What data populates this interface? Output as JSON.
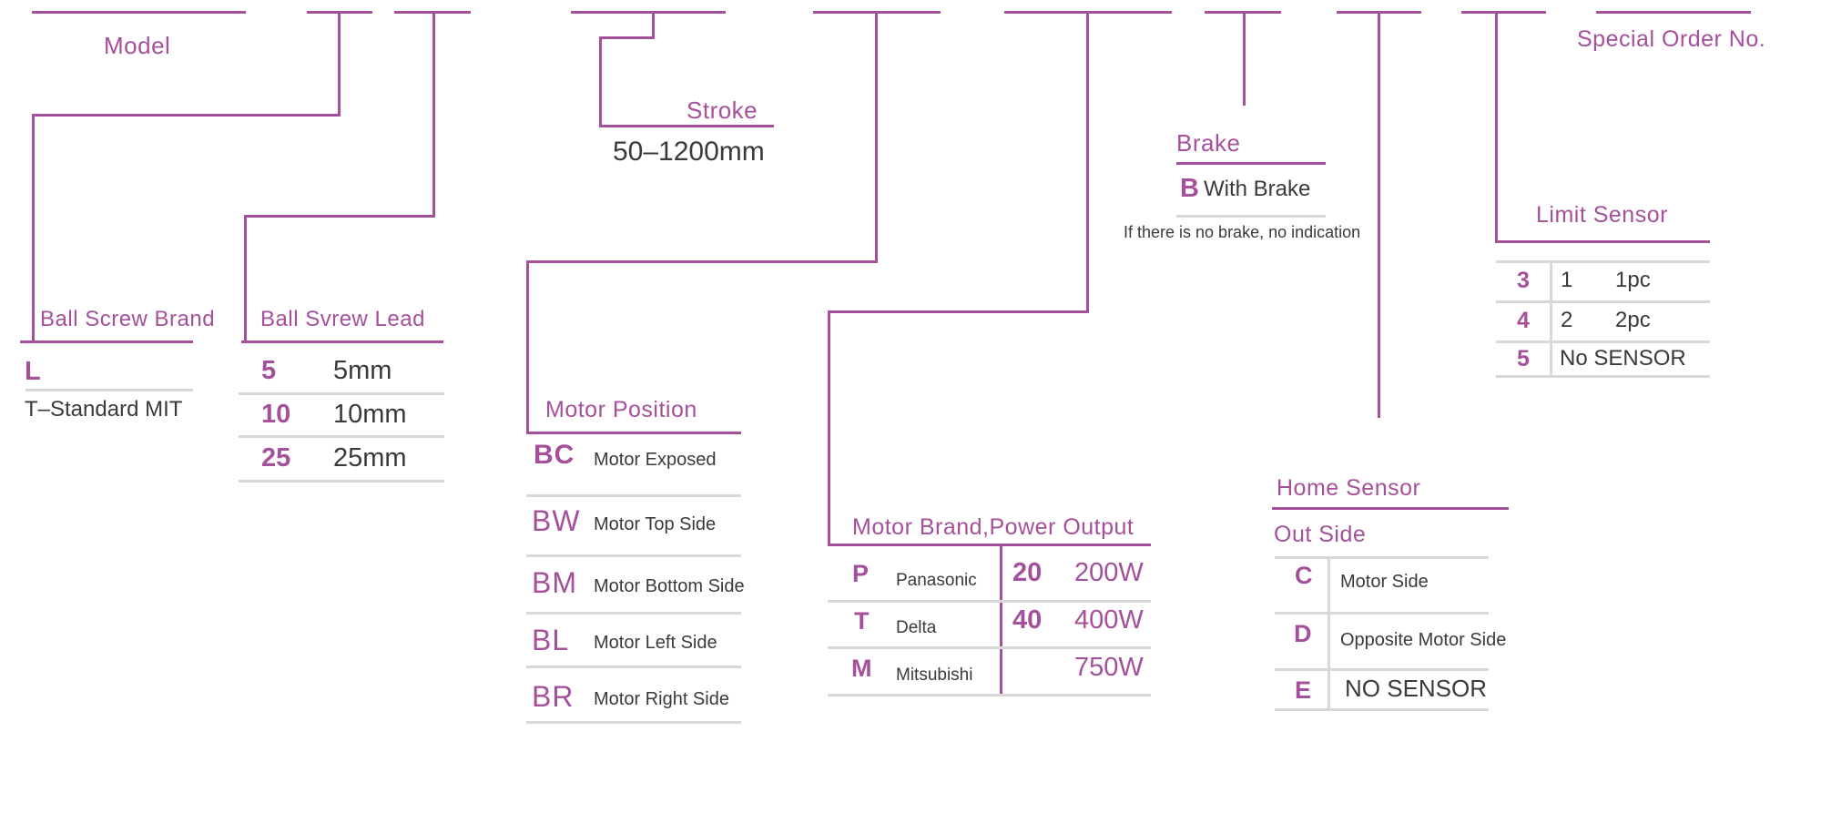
{
  "colors": {
    "accent": "#a5509a",
    "ink": "#3a3a38",
    "separator": "#d8d8d8",
    "background": "#ffffff"
  },
  "header": {
    "model_label": "Model",
    "special_order_label": "Special Order No."
  },
  "ball_screw_brand": {
    "title": "Ball Screw Brand",
    "code": "L",
    "description": "T–Standard MIT"
  },
  "ball_screw_lead": {
    "title": "Ball Svrew Lead",
    "rows": [
      {
        "code": "5",
        "value": "5mm"
      },
      {
        "code": "10",
        "value": "10mm"
      },
      {
        "code": "25",
        "value": "25mm"
      }
    ]
  },
  "stroke": {
    "title": "Stroke",
    "range": "50–1200mm"
  },
  "motor_position": {
    "title": "Motor Position",
    "rows": [
      {
        "code": "BC",
        "label": "Motor Exposed"
      },
      {
        "code": "BW",
        "label": "Motor Top Side"
      },
      {
        "code": "BM",
        "label": "Motor Bottom Side"
      },
      {
        "code": "BL",
        "label": "Motor Left Side"
      },
      {
        "code": "BR",
        "label": "Motor Right Side"
      }
    ]
  },
  "motor_brand_power": {
    "title": "Motor Brand,Power Output",
    "brands": [
      {
        "code": "P",
        "name": "Panasonic"
      },
      {
        "code": "T",
        "name": "Delta"
      },
      {
        "code": "M",
        "name": "Mitsubishi"
      }
    ],
    "powers": [
      {
        "code": "20",
        "value": "200W"
      },
      {
        "code": "40",
        "value": "400W"
      },
      {
        "code": "",
        "value": "750W"
      }
    ]
  },
  "brake": {
    "title": "Brake",
    "code": "B",
    "description": "With Brake",
    "note": "If there is no brake, no indication"
  },
  "home_sensor": {
    "title": "Home Sensor",
    "subtitle": "Out Side",
    "rows": [
      {
        "code": "C",
        "label": "Motor Side"
      },
      {
        "code": "D",
        "label": "Opposite Motor Side"
      },
      {
        "code": "E",
        "label": "NO SENSOR"
      }
    ]
  },
  "limit_sensor": {
    "title": "Limit Sensor",
    "rows": [
      {
        "code": "3",
        "qty": "1",
        "pcs": "1pc"
      },
      {
        "code": "4",
        "qty": "2",
        "pcs": "2pc"
      },
      {
        "code": "5",
        "qty": "No SENSOR",
        "pcs": ""
      }
    ]
  }
}
